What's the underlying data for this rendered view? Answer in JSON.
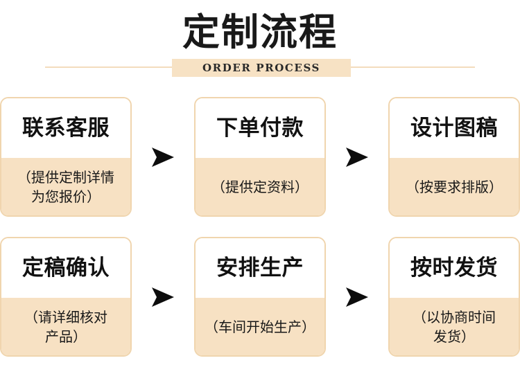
{
  "header": {
    "title": "定制流程",
    "subtitle": "ORDER PROCESS",
    "band_color": "#f7e2c4",
    "rule_color": "#f3dcbd",
    "title_color": "#191919"
  },
  "theme": {
    "card_border": "#f0d5ae",
    "card_top_bg": "#ffffff",
    "card_bottom_bg": "#f7e1c3",
    "text_color": "#111111",
    "arrow_color": "#0d0d0d",
    "page_bg": "#ffffff"
  },
  "arrow": {
    "icon": "arrow-right-dart-icon"
  },
  "rows": [
    {
      "steps": [
        {
          "title": "联系客服",
          "desc": "（提供定制详情\n为您报价）"
        },
        {
          "title": "下单付款",
          "desc": "（提供定资料）"
        },
        {
          "title": "设计图稿",
          "desc": "（按要求排版）"
        }
      ]
    },
    {
      "steps": [
        {
          "title": "定稿确认",
          "desc": "（请详细核对\n产品）"
        },
        {
          "title": "安排生产",
          "desc": "（车间开始生产）"
        },
        {
          "title": "按时发货",
          "desc": "（以协商时间\n发货）"
        }
      ]
    }
  ]
}
